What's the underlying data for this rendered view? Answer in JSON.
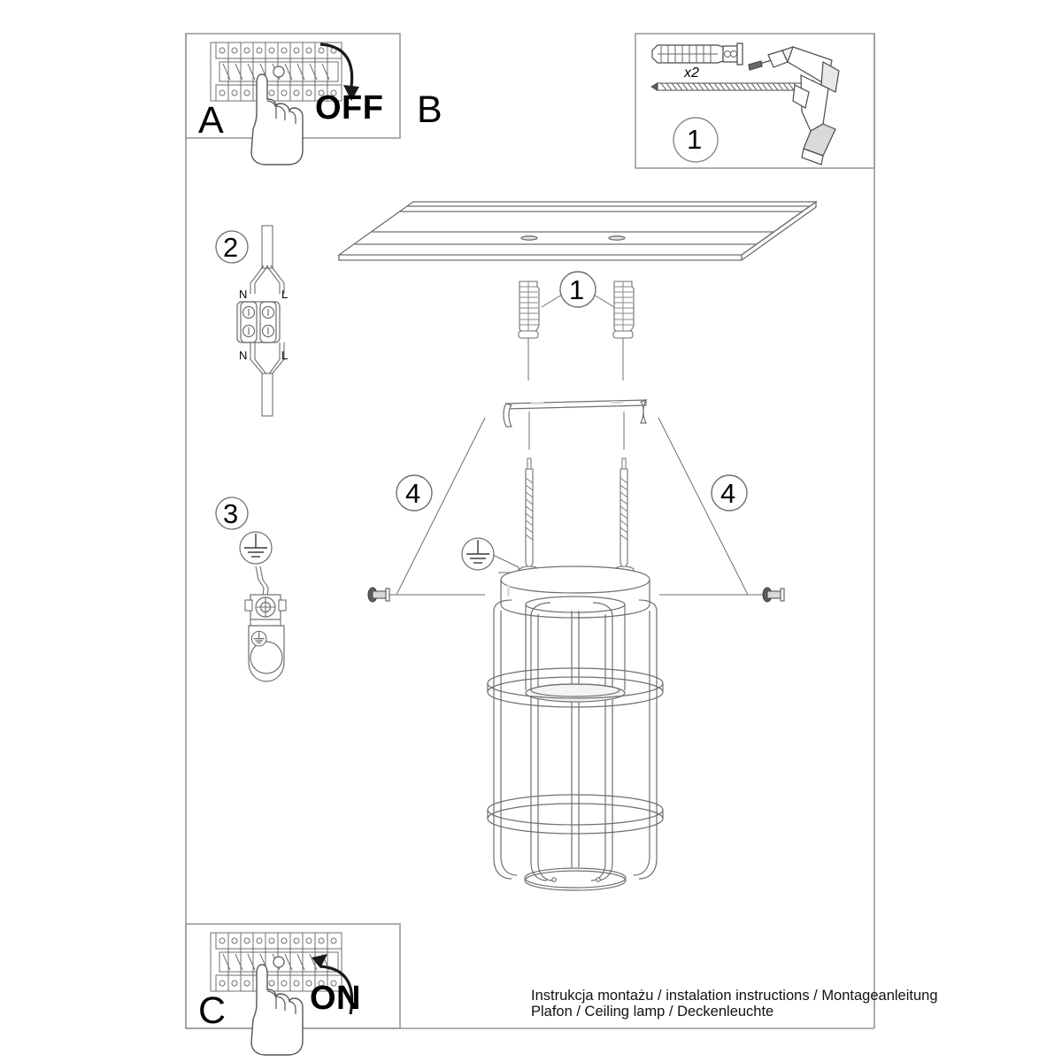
{
  "document": {
    "type": "installation-instruction-sheet",
    "footer_line1": "Instrukcja montażu / instalation instructions / Montageanleitung",
    "footer_line2": "Plafon / Ceiling lamp / Deckenleuchte"
  },
  "panels": {
    "a": {
      "letter": "A",
      "action_label": "OFF",
      "icon_breaker": "circuit-breaker-icon",
      "icon_hand": "hand-pointing-icon",
      "icon_arrow": "curved-arrow-down-icon"
    },
    "b": {
      "letter": "B"
    },
    "c": {
      "letter": "C",
      "action_label": "ON",
      "icon_breaker": "circuit-breaker-icon",
      "icon_hand": "hand-pointing-icon",
      "icon_arrow": "curved-arrow-up-icon"
    },
    "parts": {
      "step_number": "1",
      "quantity_label": "x2",
      "icon_wall_plug": "wall-plug-icon",
      "icon_screw": "screw-icon",
      "icon_drill": "power-drill-icon"
    }
  },
  "steps": {
    "step2": {
      "number": "2",
      "terminal_top_left": "N",
      "terminal_top_right": "L",
      "terminal_bottom_left": "N",
      "terminal_bottom_right": "L",
      "icon": "terminal-block-icon"
    },
    "step3": {
      "number": "3",
      "icon_earth": "earth-ground-icon",
      "icon_bracket": "earth-terminal-icon"
    }
  },
  "assembly": {
    "callout_plug": "1",
    "callout_screw_left": "4",
    "callout_screw_right": "4",
    "icon_ceiling": "ceiling-slab-icon",
    "icon_wall_plug": "wall-plug-icon",
    "icon_bracket": "mounting-bracket-icon",
    "icon_screw": "screw-icon",
    "icon_earth": "earth-ground-icon",
    "icon_canopy": "lamp-canopy-icon",
    "icon_cage_lamp": "cage-lamp-icon",
    "icon_side_bolt": "side-bolt-icon"
  },
  "colors": {
    "line": "#6f6f6f",
    "line_dark": "#3a3a3a",
    "frame": "#9a9a9a",
    "text": "#000000",
    "background": "#ffffff"
  }
}
